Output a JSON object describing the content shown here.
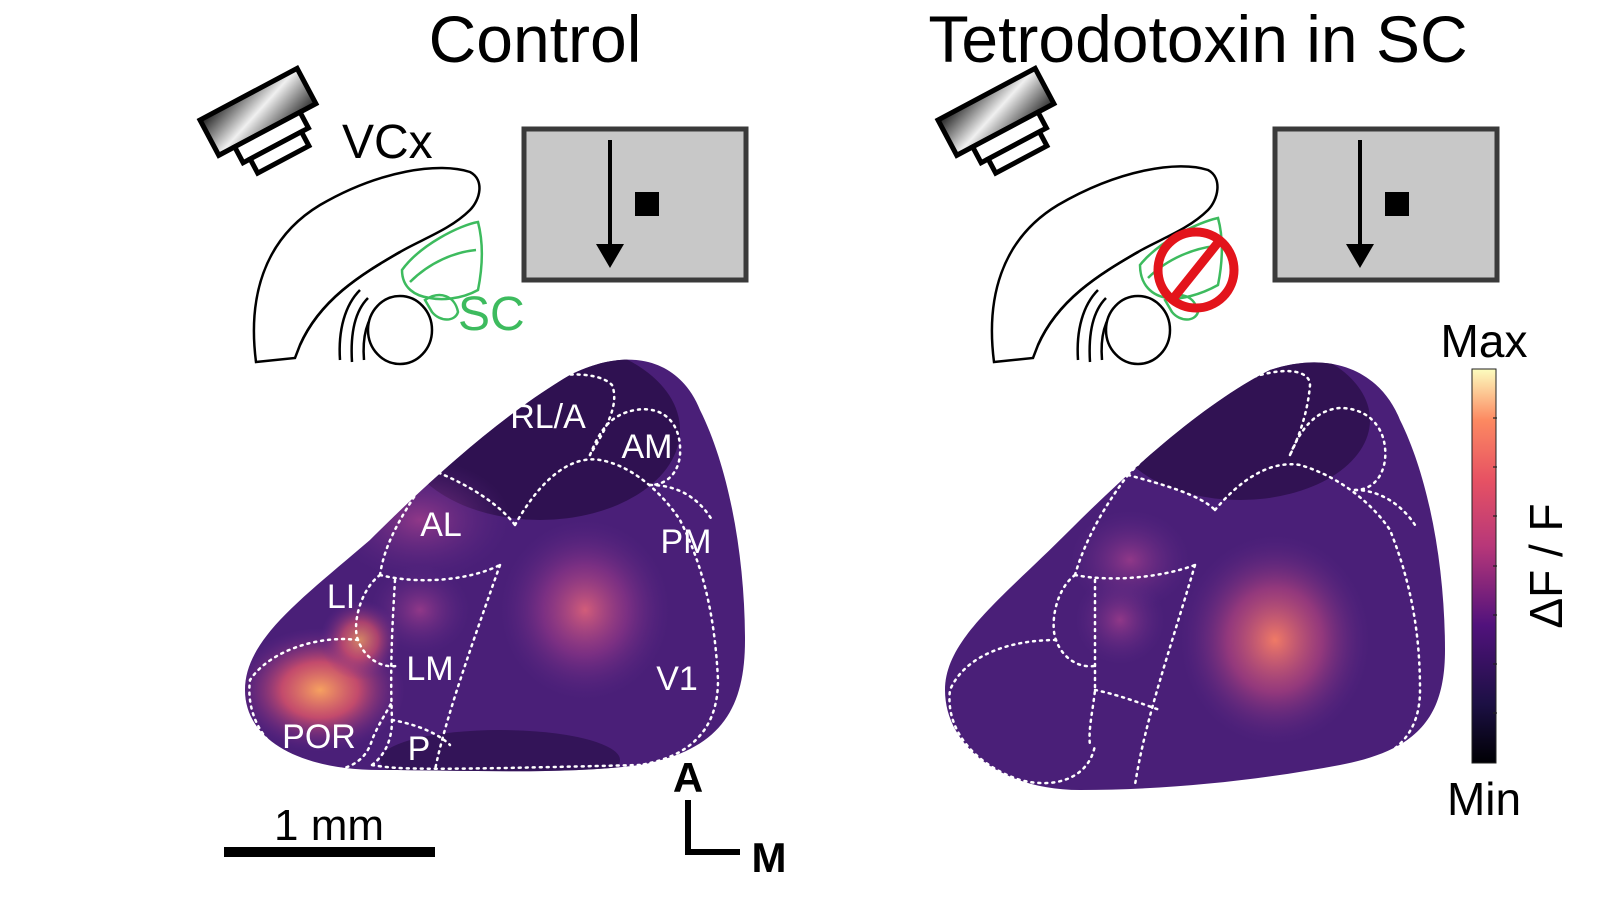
{
  "panels": [
    {
      "title": "Control",
      "brain_label": "VCx",
      "sc_label": "SC"
    },
    {
      "title": "Tetrodotoxin in SC"
    }
  ],
  "areas": [
    "RL/A",
    "AM",
    "AL",
    "PM",
    "LI",
    "LM",
    "V1",
    "POR",
    "P"
  ],
  "colorbar": {
    "max_label": "Max",
    "min_label": "Min",
    "axis_label": "ΔF / F"
  },
  "scale_bar": {
    "label": "1 mm"
  },
  "orientation": {
    "anterior": "A",
    "medial": "M"
  },
  "colors": {
    "map_dark": "#2a0f4a",
    "map_mid": "#5b2a86",
    "map_hot": "#f38a4e",
    "sc_green": "#3dbb5e",
    "inhibit_red": "#e3141b",
    "stimulus_gray": "#c8c8c8"
  }
}
